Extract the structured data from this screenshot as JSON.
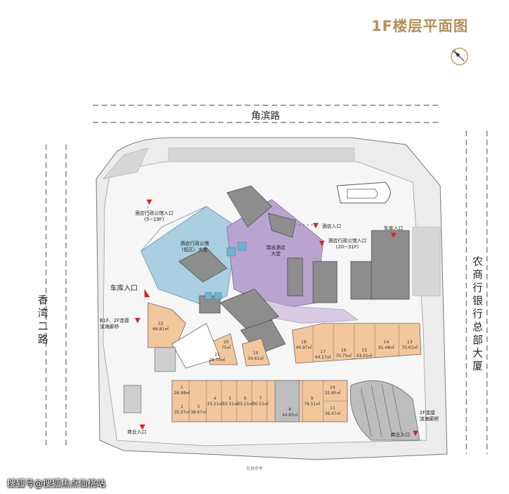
{
  "title": "1F楼层平面图",
  "roads": {
    "top": "角滨路",
    "left": "香湾二路",
    "right": "农商行银行总部大厦"
  },
  "labels": {
    "hotel_exec_entrance": "酒店行政公馆入口",
    "hotel_exec_floors": "(5~19F)",
    "hotel_exec_lobby_l1": "酒店行政公馆",
    "hotel_exec_lobby_l2": "(低区）大堂",
    "hotel_lobby_l1": "瑞吉酒店",
    "hotel_lobby_l2": "大堂",
    "hotel_entrance": "酒店入口",
    "hotel_exec_entrance_2": "酒店行政公馆入口",
    "hotel_exec_floors_2": "(20~31F)",
    "garage_entrance_right": "车库入口",
    "garage_entrance_left": "车库入口",
    "bridge_l1": "B1F、2F连接",
    "bridge_l2": "滨海廊桥",
    "commercial_entrance_left": "商业入口",
    "commercial_entrance_right": "商业入口",
    "bridge_2f_l1": "2F连接",
    "bridge_2f_l2": "滨海廊桥"
  },
  "units": [
    {
      "no": "22",
      "area": "66.81㎡"
    },
    {
      "no": "21",
      "area": "26.70㎡"
    },
    {
      "no": "20",
      "area": "75㎡"
    },
    {
      "no": "19",
      "area": "34.61㎡"
    },
    {
      "no": "18",
      "area": "49.97㎡"
    },
    {
      "no": "17",
      "area": "64.17㎡"
    },
    {
      "no": "16",
      "area": "70.75㎡"
    },
    {
      "no": "15",
      "area": "43.01㎡"
    },
    {
      "no": "14",
      "area": "91.48㎡"
    },
    {
      "no": "13",
      "area": "70.63㎡"
    },
    {
      "no": "1",
      "area": "26.98㎡"
    },
    {
      "no": "2",
      "area": "35.07㎡"
    },
    {
      "no": "3",
      "area": "38.67㎡"
    },
    {
      "no": "4",
      "area": "33.21㎡"
    },
    {
      "no": "5",
      "area": "33.31㎡"
    },
    {
      "no": "6",
      "area": "33.21㎡"
    },
    {
      "no": "7",
      "area": "30.51㎡"
    },
    {
      "no": "8",
      "area": "44.85㎡"
    },
    {
      "no": "9",
      "area": "76.51㎡"
    },
    {
      "no": "10",
      "area": "32.85㎡"
    },
    {
      "no": "11",
      "area": "38.47㎡"
    }
  ],
  "watermark": "搜狐号@搜狐焦点仙桃站",
  "footer_note": "仅供参考",
  "colors": {
    "title": "#b3905a",
    "shop": "#f3c79c",
    "hotel_lobby": "#b9a4cf",
    "exec_lobby": "#a9cfe0",
    "arrow": "#d9262c",
    "building": "#8d8d8d"
  }
}
